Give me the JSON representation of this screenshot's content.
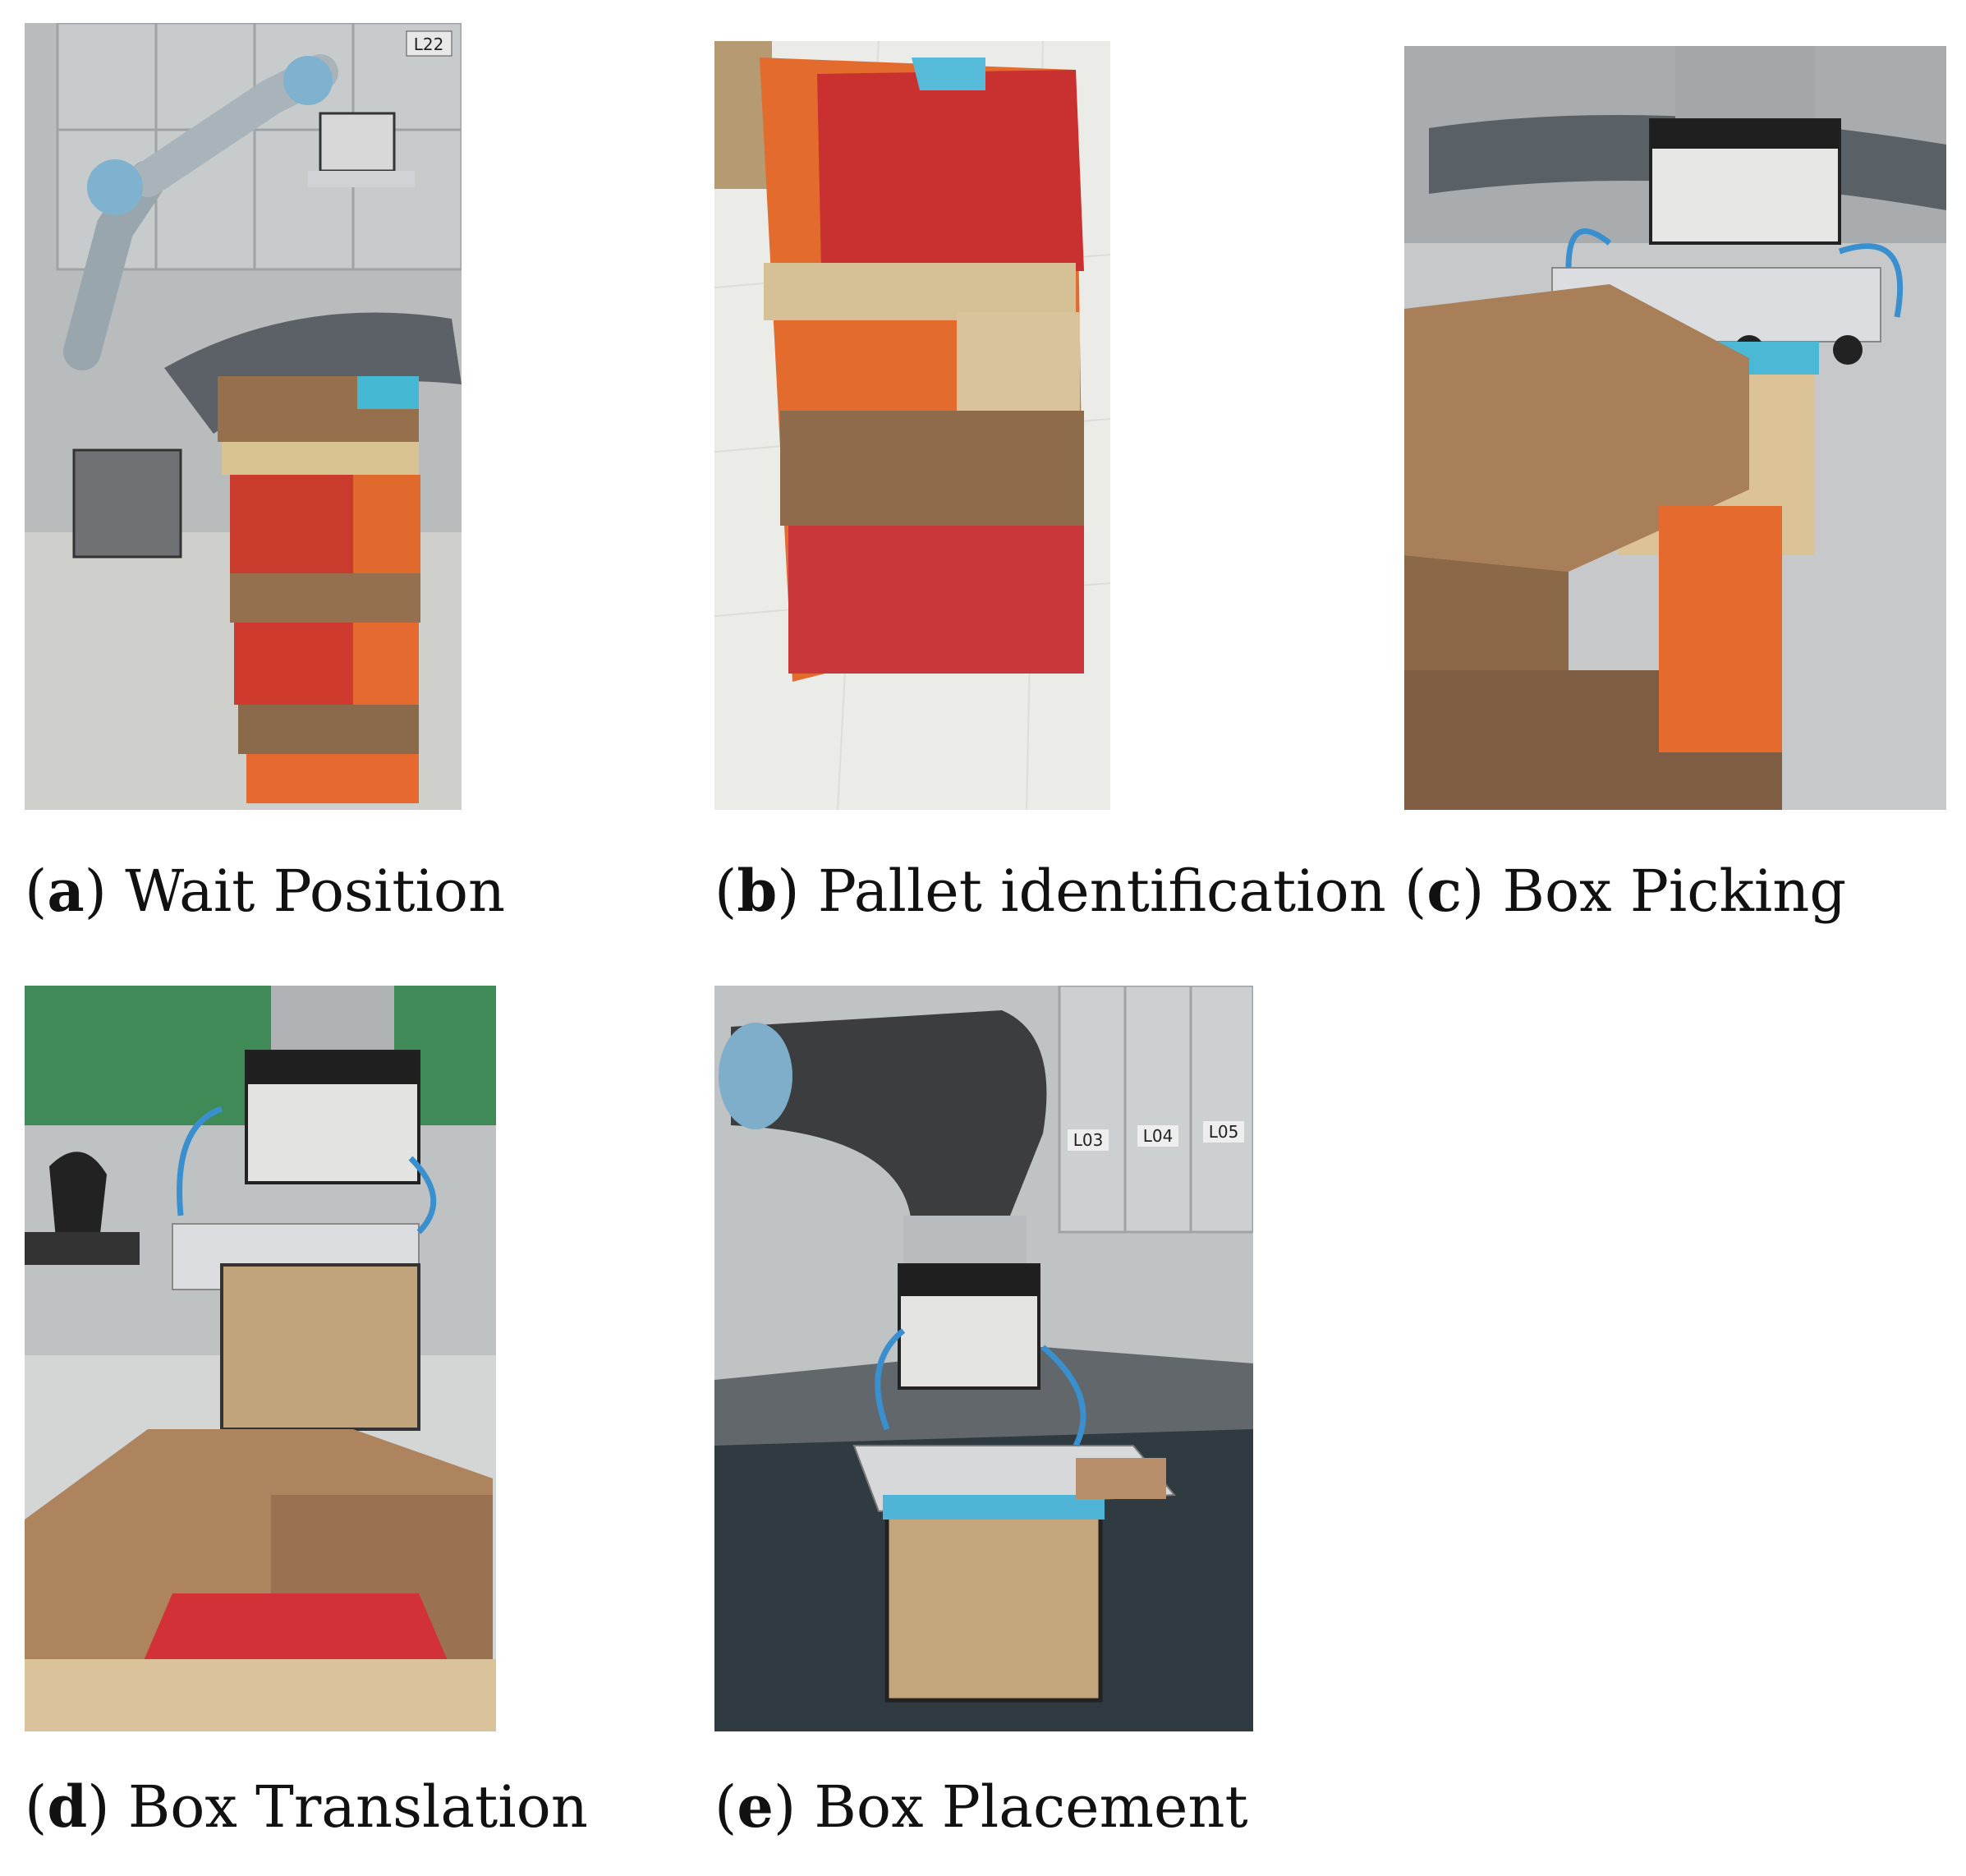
{
  "panels": [
    {
      "letter": "a",
      "caption": "Wait Position",
      "labels": [
        "L22"
      ]
    },
    {
      "letter": "b",
      "caption": "Pallet identification",
      "labels": []
    },
    {
      "letter": "c",
      "caption": "Box Picking",
      "labels": []
    },
    {
      "letter": "d",
      "caption": "Box Translation",
      "labels": []
    },
    {
      "letter": "e",
      "caption": "Box Placement",
      "labels": [
        "L03",
        "L04",
        "L05"
      ]
    }
  ]
}
